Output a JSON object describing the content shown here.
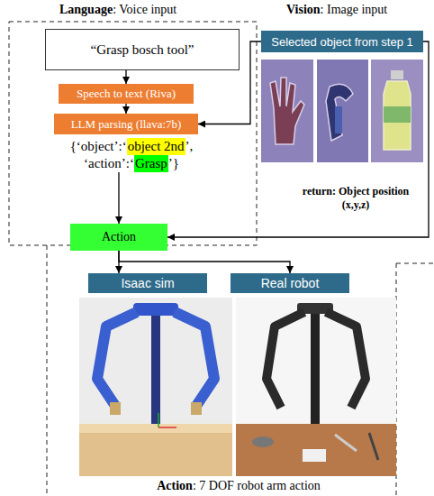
{
  "diagram": {
    "nodes": [
      {
        "text": [
          "“Grasp bosch tool”"
        ]
      },
      {
        "text": [
          "Speech to text (Riva)"
        ]
      },
      {
        "text": [
          "LLM parsing (llava:7b)"
        ]
      },
      {
        "text": [
          "{‘object’:‘",
          "’,",
          "‘action’:‘",
          "’}"
        ]
      },
      {
        "text": [
          "object 2nd"
        ],
        "in": 3
      },
      {
        "text": [
          "Grasp"
        ],
        "in": 3
      },
      {
        "text": [
          "Selected object from step 1"
        ]
      },
      {
        "text": [
          "Action"
        ]
      },
      {
        "text": [
          "Isaac sim"
        ]
      },
      {
        "text": [
          "Real robot"
        ]
      }
    ],
    "edges": [
      {
        "from": 0,
        "to": 1,
        "arrow": "to"
      },
      {
        "from": 1,
        "to": 2,
        "arrow": "to"
      },
      {
        "from": 6,
        "to": 2,
        "arrow": "to"
      },
      {
        "from": 3,
        "to": 7,
        "arrow": "to"
      },
      {
        "from": 6,
        "to": 7,
        "arrow": "to",
        "label": "return: Object position (x,y,z)"
      },
      {
        "from": 7,
        "to": 8,
        "arrow": "to"
      },
      {
        "from": 7,
        "to": 9,
        "arrow": "to"
      }
    ],
    "labels": [
      "Language",
      ": Voice input",
      "Vision",
      ": Image input",
      "Action",
      ": 7 DOF robot arm action"
    ]
  }
}
